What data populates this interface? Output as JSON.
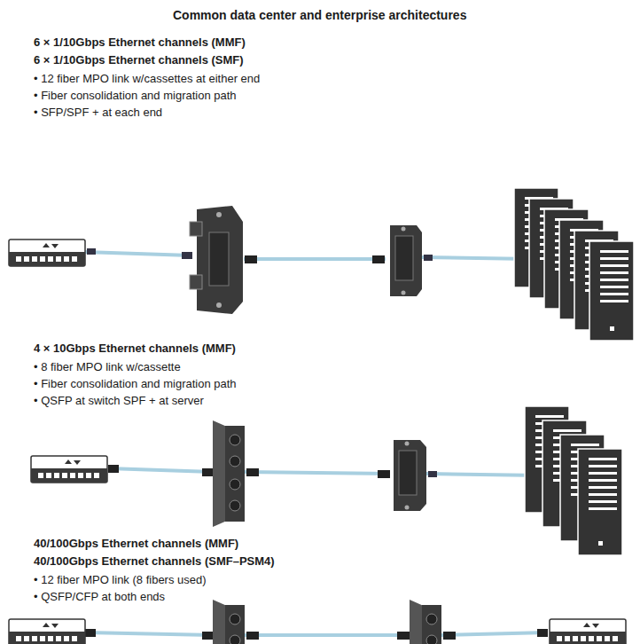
{
  "diagram": {
    "title": "Common data center and enterprise architectures",
    "labels": [
      "6 × 1/10Gbps Ethernet channels (MMF)",
      "6 × 1/10Gbps Ethernet channels (SMF)",
      "• 12 fiber MPO link w/cassettes at either end",
      "• Fiber consolidation and migration path",
      "• SFP/SPF + at each end",
      "4 × 10Gbps Ethernet channels (MMF)",
      "• 8 fiber MPO link w/cassette",
      "• Fiber consolidation and migration path",
      "• QSFP at switch SPF + at server",
      "40/100Gbps Ethernet channels (MMF)",
      "40/100Gbps Ethernet channels (SMF–PSM4)",
      "• 12 fiber MPO link (8 fibers used)",
      "• QSFP/CFP at both ends"
    ]
  }
}
